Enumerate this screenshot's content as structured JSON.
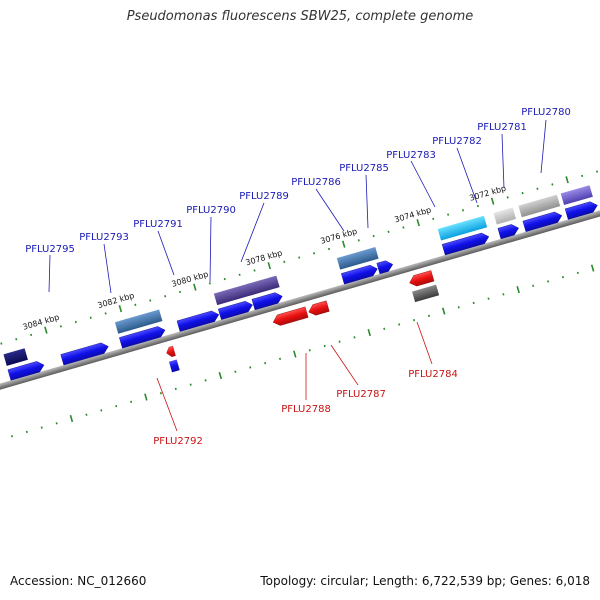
{
  "title": "Pseudomonas fluorescens SBW25, complete genome",
  "footer": {
    "accession": "Accession: NC_012660",
    "topology": "Topology: circular; Length: 6,722,539 bp; Genes: 6,018"
  },
  "colors": {
    "forward_gene": "#1414e6",
    "reverse_gene": "#e6141e",
    "backbone": "#8a8a8a",
    "ticks": "#2a8a2a",
    "label_forward": "#1a1ab4",
    "label_reverse": "#c81414"
  },
  "kbp_ticks": [
    "3084 kbp",
    "3082 kbp",
    "3080 kbp",
    "3078 kbp",
    "3076 kbp",
    "3074 kbp",
    "3072 kbp"
  ],
  "gene_labels_forward": [
    "PFLU2795",
    "PFLU2793",
    "PFLU2791",
    "PFLU2790",
    "PFLU2789",
    "PFLU2786",
    "PFLU2785",
    "PFLU2783",
    "PFLU2782",
    "PFLU2781",
    "PFLU2780"
  ],
  "gene_labels_reverse": [
    "PFLU2792",
    "PFLU2788",
    "PFLU2787",
    "PFLU2784"
  ]
}
